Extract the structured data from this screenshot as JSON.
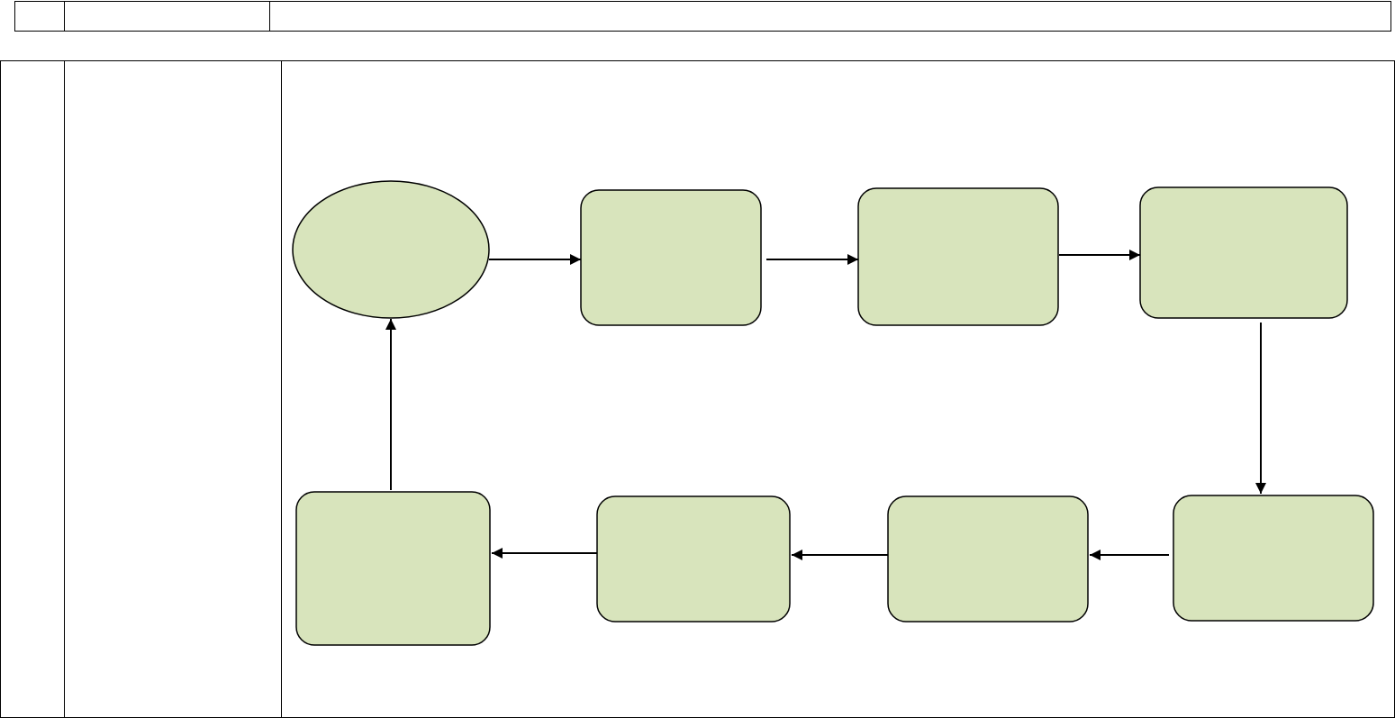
{
  "header_row": {
    "cells": [
      "",
      "",
      ""
    ]
  },
  "body_row": {
    "cells": [
      "",
      ""
    ]
  },
  "diagram": {
    "node_fill": "#d8e4bc",
    "node_stroke": "#000000",
    "edge_color": "#000000",
    "nodes": [
      {
        "id": "start",
        "shape": "ellipse",
        "label": ""
      },
      {
        "id": "step-1",
        "shape": "rounded-rect",
        "label": ""
      },
      {
        "id": "step-2",
        "shape": "rounded-rect",
        "label": ""
      },
      {
        "id": "step-3",
        "shape": "rounded-rect",
        "label": ""
      },
      {
        "id": "step-4",
        "shape": "rounded-rect",
        "label": ""
      },
      {
        "id": "step-5",
        "shape": "rounded-rect",
        "label": ""
      },
      {
        "id": "step-6",
        "shape": "rounded-rect",
        "label": ""
      },
      {
        "id": "step-7",
        "shape": "rounded-rect",
        "label": ""
      }
    ],
    "edges": [
      {
        "from": "start",
        "to": "step-1"
      },
      {
        "from": "step-1",
        "to": "step-2"
      },
      {
        "from": "step-2",
        "to": "step-3"
      },
      {
        "from": "step-3",
        "to": "step-4"
      },
      {
        "from": "step-4",
        "to": "step-5"
      },
      {
        "from": "step-5",
        "to": "step-6"
      },
      {
        "from": "step-6",
        "to": "step-7"
      },
      {
        "from": "step-7",
        "to": "start"
      }
    ]
  }
}
